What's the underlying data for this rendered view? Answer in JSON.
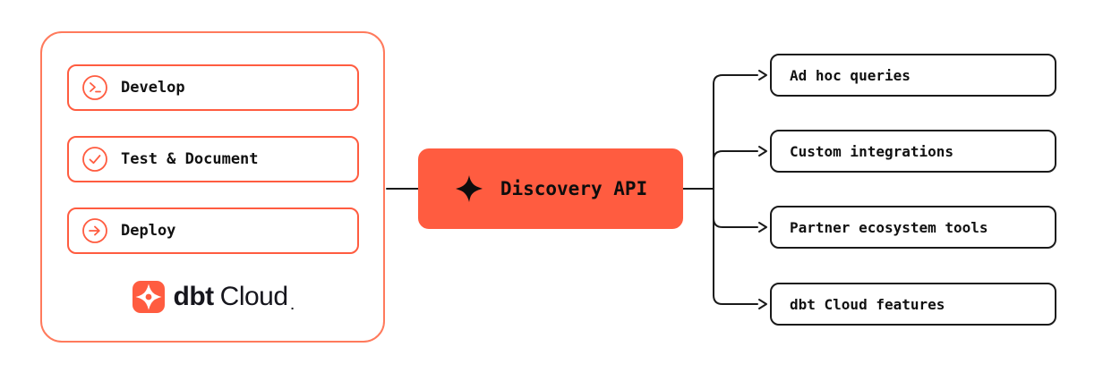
{
  "left_panel": {
    "stages": [
      {
        "label": "Develop",
        "icon": "terminal-icon"
      },
      {
        "label": "Test & Document",
        "icon": "check-circle-icon"
      },
      {
        "label": "Deploy",
        "icon": "forward-arrow-icon"
      }
    ],
    "logo": {
      "bold": "dbt",
      "regular": "Cloud",
      "suffix": "."
    }
  },
  "center_node": {
    "label": "Discovery API",
    "icon": "sparkle-icon"
  },
  "outputs": [
    {
      "label": "Ad hoc queries"
    },
    {
      "label": "Custom integrations"
    },
    {
      "label": "Partner ecosystem tools"
    },
    {
      "label": "dbt Cloud features"
    }
  ],
  "colors": {
    "brand_orange": "#ff5c40",
    "panel_border_orange": "#ff7a5c",
    "line_black": "#1a1a1a",
    "text_black": "#111111",
    "background": "#ffffff"
  }
}
